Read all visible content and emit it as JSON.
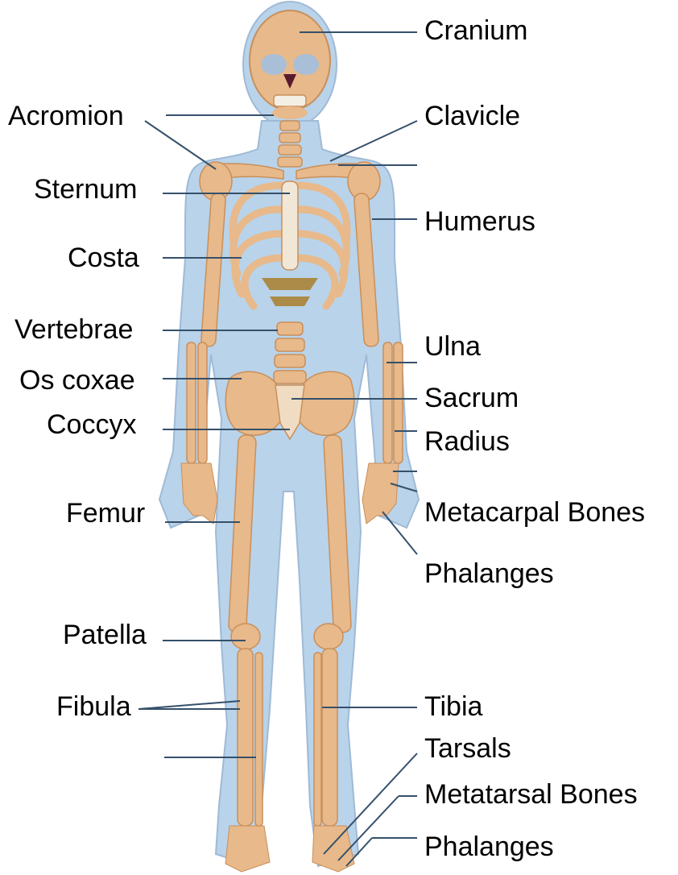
{
  "colors": {
    "background": "#ffffff",
    "body_silhouette": "#b9d3ea",
    "body_outline": "#9fbad6",
    "bone": "#e8b98a",
    "bone_dark": "#c98f5a",
    "leader_line": "#35506b",
    "label_text": "#000000"
  },
  "labels": {
    "cranium": "Cranium",
    "acromion": "Acromion",
    "clavicle": "Clavicle",
    "sternum": "Sternum",
    "humerus": "Humerus",
    "costa": "Costa",
    "vertebrae": "Vertebrae",
    "ulna": "Ulna",
    "os_coxae": "Os coxae",
    "sacrum": "Sacrum",
    "coccyx": "Coccyx",
    "radius": "Radius",
    "femur": "Femur",
    "metacarpal_bones": "Metacarpal Bones",
    "phalanges_hand": "Phalanges",
    "patella": "Patella",
    "fibula": "Fibula",
    "tibia": "Tibia",
    "tarsals": "Tarsals",
    "metatarsal_bones": "Metatarsal Bones",
    "phalanges_foot": "Phalanges"
  }
}
